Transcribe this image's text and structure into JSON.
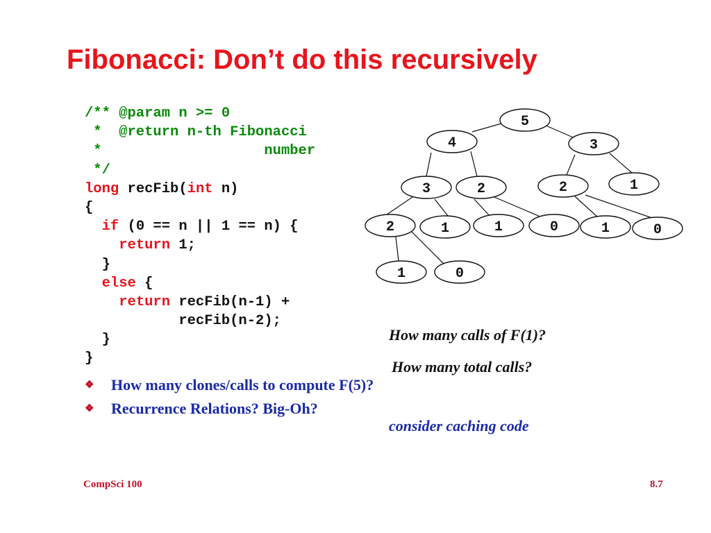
{
  "slide": {
    "title": "Fibonacci: Don’t do this recursively",
    "code_lines": [
      [
        {
          "t": "/** @param n >= 0",
          "c": "cm"
        }
      ],
      [
        {
          "t": " *  @return n-th Fibonacci",
          "c": "cm"
        }
      ],
      [
        {
          "t": " *                   number",
          "c": "cm"
        }
      ],
      [
        {
          "t": " */",
          "c": "cm"
        }
      ],
      [
        {
          "t": "long",
          "c": "kw"
        },
        {
          "t": " recFib(",
          "c": ""
        },
        {
          "t": "int",
          "c": "kw"
        },
        {
          "t": " n)",
          "c": ""
        }
      ],
      [
        {
          "t": "{",
          "c": ""
        }
      ],
      [
        {
          "t": "  ",
          "c": ""
        },
        {
          "t": "if",
          "c": "kw"
        },
        {
          "t": " (0 == n || 1 == n) {",
          "c": ""
        }
      ],
      [
        {
          "t": "    ",
          "c": ""
        },
        {
          "t": "return",
          "c": "kw"
        },
        {
          "t": " 1;",
          "c": ""
        }
      ],
      [
        {
          "t": "  }",
          "c": ""
        }
      ],
      [
        {
          "t": "  ",
          "c": ""
        },
        {
          "t": "else",
          "c": "kw"
        },
        {
          "t": " {",
          "c": ""
        }
      ],
      [
        {
          "t": "    ",
          "c": ""
        },
        {
          "t": "return",
          "c": "kw"
        },
        {
          "t": " recFib(n-1) +",
          "c": ""
        }
      ],
      [
        {
          "t": "           recFib(n-2);",
          "c": ""
        }
      ],
      [
        {
          "t": "  }",
          "c": ""
        }
      ],
      [
        {
          "t": "}",
          "c": ""
        }
      ]
    ],
    "bullets": [
      "How many clones/calls to compute F(5)?",
      "Recurrence Relations?  Big-Oh?"
    ],
    "bullet_glyph": "❖",
    "notes": {
      "calls_f1": "How many calls of F(1)?",
      "total_calls": "How many total calls?",
      "caching": "consider caching code"
    },
    "footer": {
      "left": "CompSci 100",
      "right": "8.7"
    },
    "colors": {
      "title": "#e8141c",
      "comment": "#0a8a0a",
      "keyword": "#e8141c",
      "bullet_text": "#1a2aa8"
    }
  },
  "call_tree": {
    "nodes": [
      {
        "id": "n5",
        "label": "5"
      },
      {
        "id": "n4",
        "label": "4"
      },
      {
        "id": "n3",
        "label": "3"
      },
      {
        "id": "n3a",
        "label": "3"
      },
      {
        "id": "n2a",
        "label": "2"
      },
      {
        "id": "n2b",
        "label": "2"
      },
      {
        "id": "n1a",
        "label": "1"
      },
      {
        "id": "n2c",
        "label": "2"
      },
      {
        "id": "n1b",
        "label": "1"
      },
      {
        "id": "n1c",
        "label": "1"
      },
      {
        "id": "n0a",
        "label": "0"
      },
      {
        "id": "n1d",
        "label": "1"
      },
      {
        "id": "n0b",
        "label": "0"
      },
      {
        "id": "n1e",
        "label": "1"
      },
      {
        "id": "n0c",
        "label": "0"
      }
    ],
    "edges": [
      [
        "n5",
        "n4"
      ],
      [
        "n5",
        "n3"
      ],
      [
        "n4",
        "n3a"
      ],
      [
        "n4",
        "n2a"
      ],
      [
        "n3",
        "n2b"
      ],
      [
        "n3",
        "n1a"
      ],
      [
        "n3a",
        "n2c"
      ],
      [
        "n3a",
        "n1b"
      ],
      [
        "n2a",
        "n1c"
      ],
      [
        "n2a",
        "n0a"
      ],
      [
        "n2b",
        "n1d"
      ],
      [
        "n2b",
        "n0b"
      ],
      [
        "n2c",
        "n1e"
      ],
      [
        "n2c",
        "n0c"
      ]
    ]
  }
}
